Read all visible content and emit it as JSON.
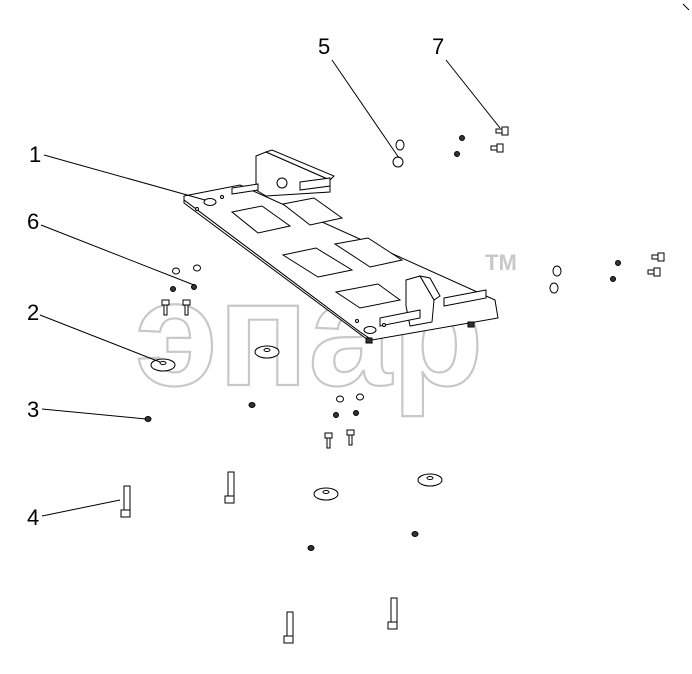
{
  "watermark": {
    "text": "эпар",
    "tm": "TM"
  },
  "callouts": [
    {
      "id": "1",
      "label": "1"
    },
    {
      "id": "2",
      "label": "2"
    },
    {
      "id": "3",
      "label": "3"
    },
    {
      "id": "4",
      "label": "4"
    },
    {
      "id": "5",
      "label": "5"
    },
    {
      "id": "6",
      "label": "6"
    },
    {
      "id": "7",
      "label": "7"
    }
  ]
}
